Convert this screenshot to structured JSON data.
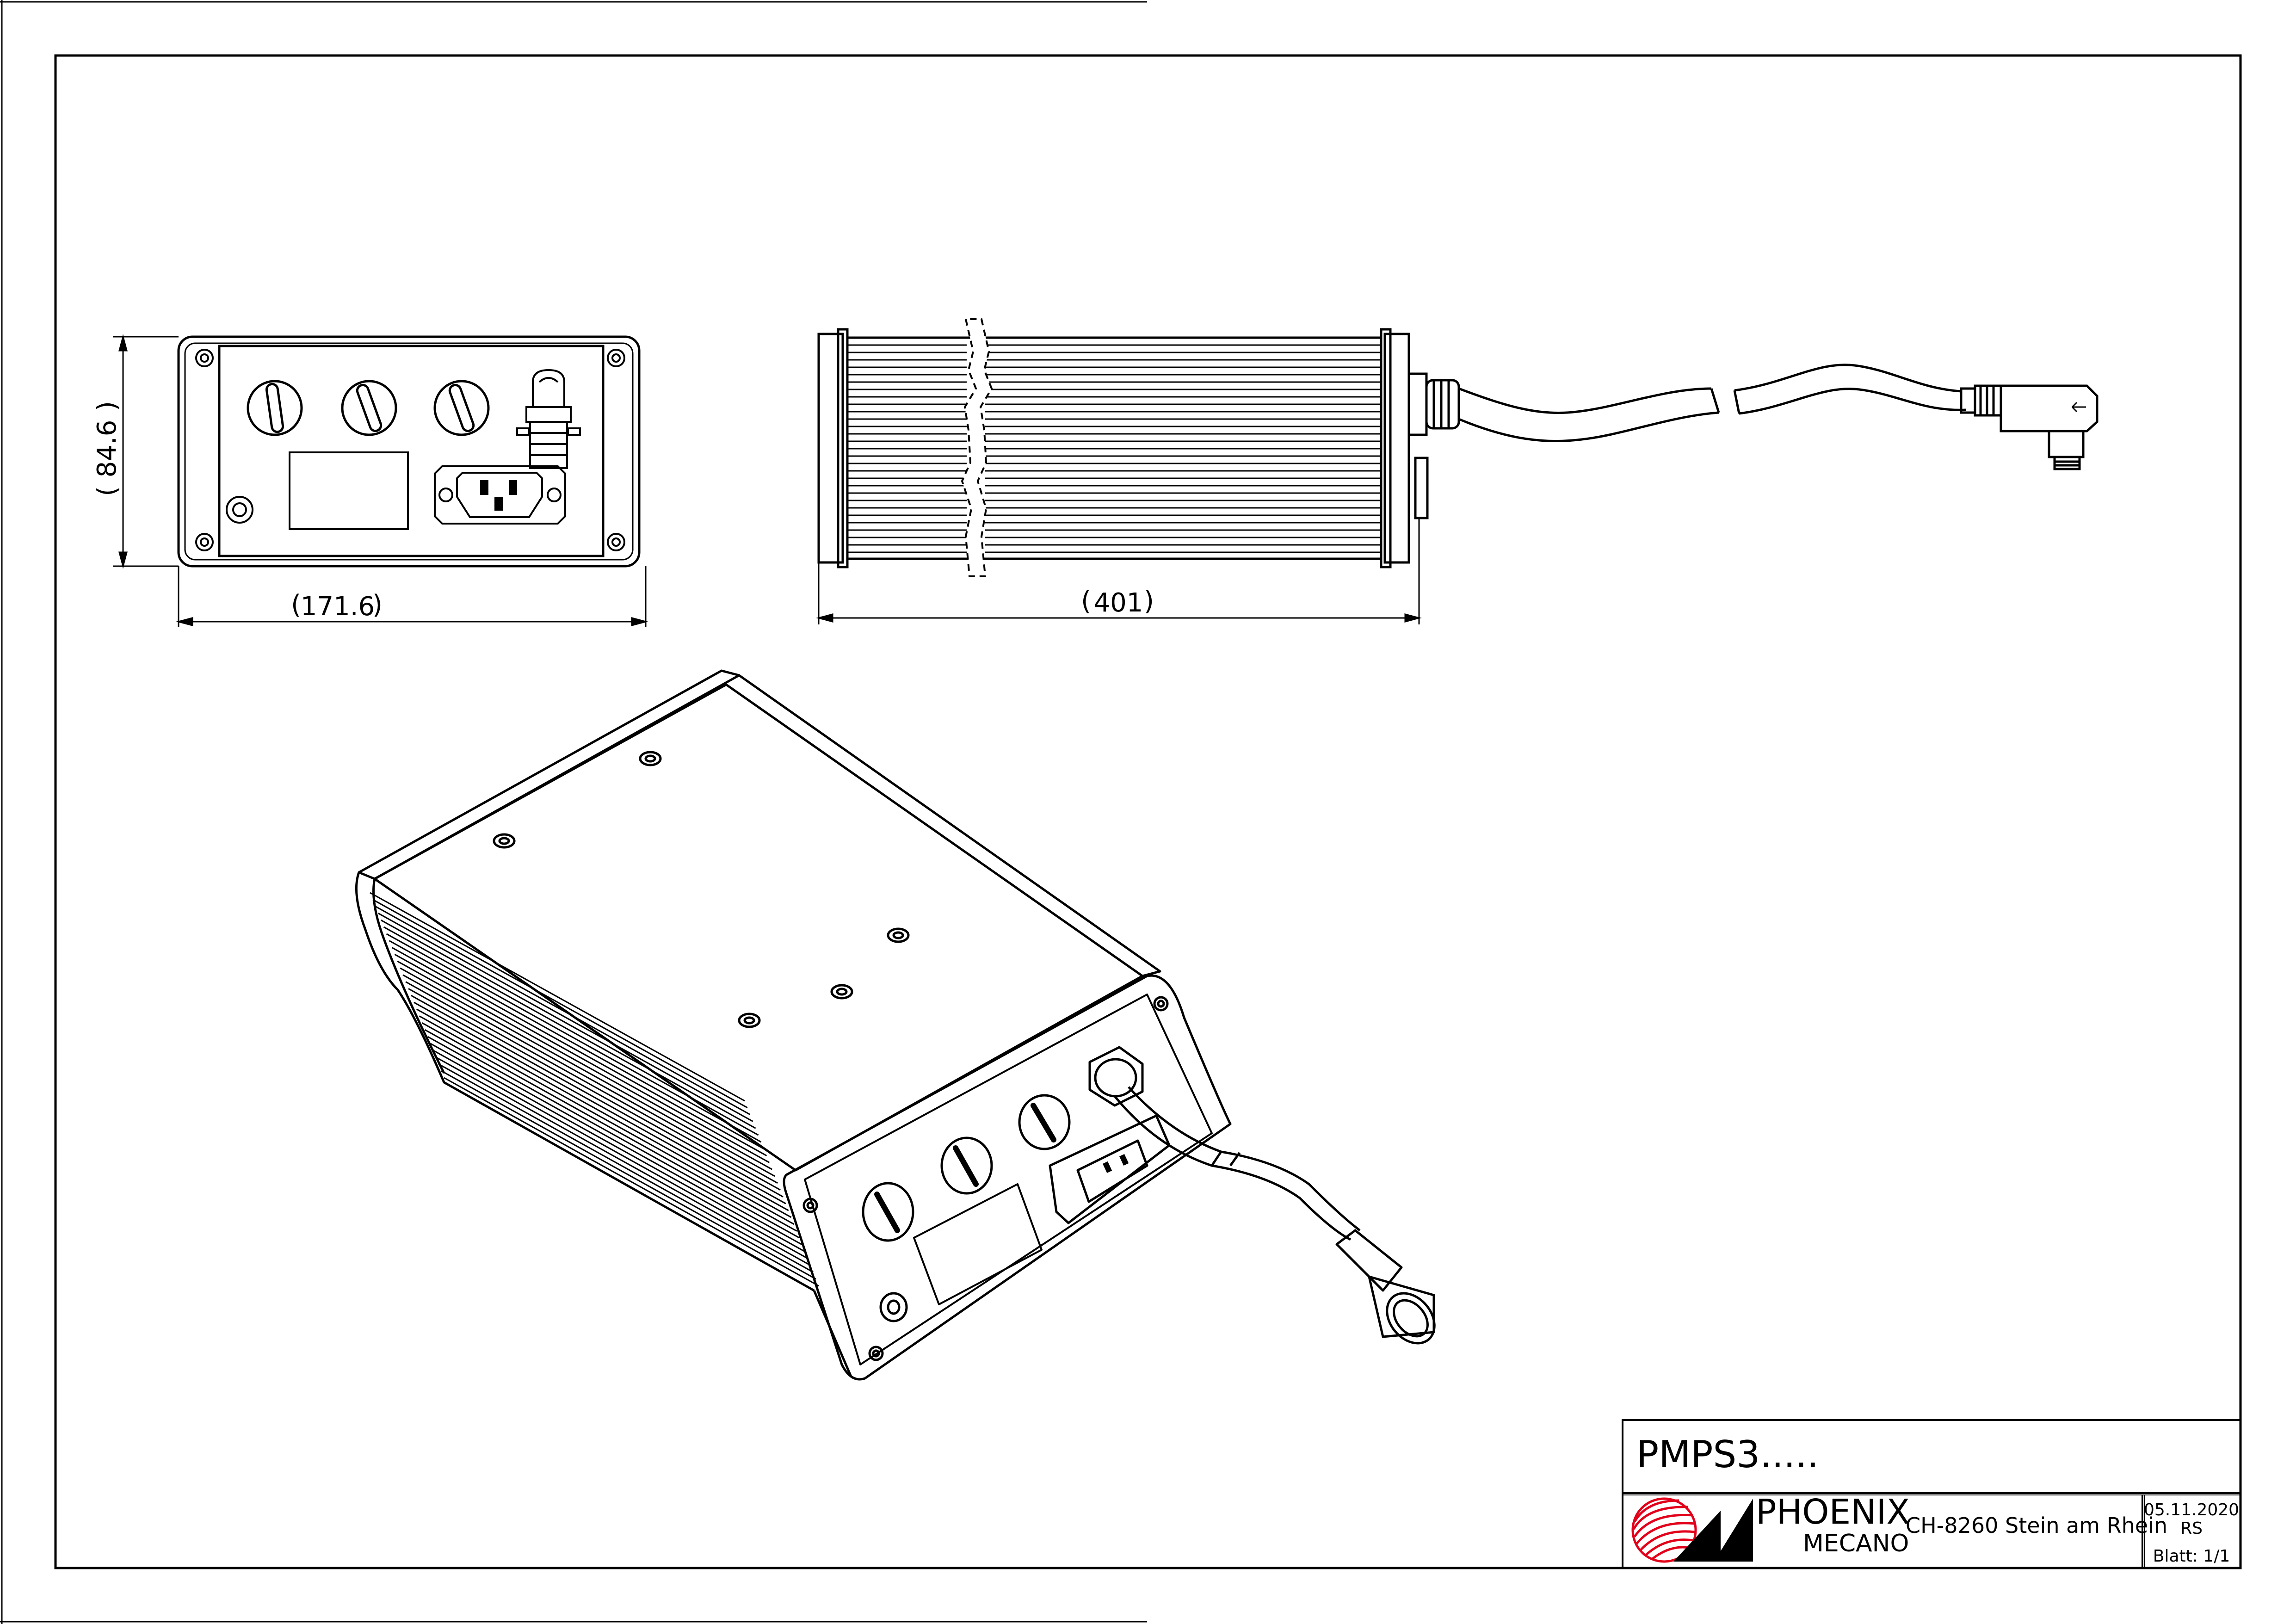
{
  "drawing": {
    "dimensions": {
      "height": "84.6",
      "width": "171.6",
      "length": "401"
    }
  },
  "title_block": {
    "part_number": "PMPS3.....",
    "company_line1": "PHOENIX",
    "company_line2": "MECANO",
    "address": "CH-8260 Stein am Rhein",
    "date": "05.11.2020",
    "drawn_by": "RS",
    "sheet": "Blatt: 1/1",
    "logo_colors": {
      "red": "#e2001a",
      "black": "#000000"
    }
  }
}
